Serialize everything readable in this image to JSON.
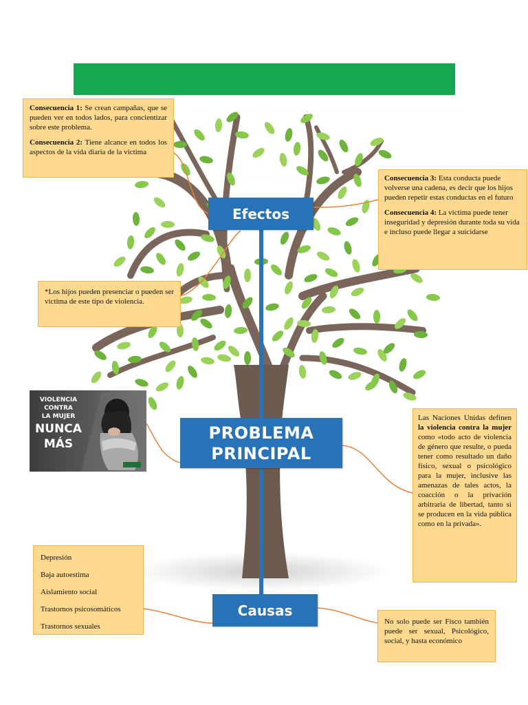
{
  "efectos_label": "Efectos",
  "problema": {
    "line1": "PROBLEMA",
    "line2": "PRINCIPAL"
  },
  "causas_label": "Causas",
  "consecuencias_izq": [
    {
      "label": "Consecuencia 1:",
      "text": " Se crean campañas, que se pueden ver en todos lados, para concientizar sobre este problema."
    },
    {
      "label": "Consecuencia 2:",
      "text": " Tiene alcance en todos los aspectos de la vida diaria de la victima"
    }
  ],
  "consecuencias_der": [
    {
      "label": "Consecuencia 3:",
      "text": " Esta conducta puede volverse una cadena, es decir que los hijos pueden repetir estas conductas en el futuro"
    },
    {
      "label": "Consecuencia 4:",
      "text": " La victima puede tener inseguridad y depresión durante toda su vida e incluso puede llegar a suicidarse"
    }
  ],
  "nota_hijos": "*Los hijos pueden presenciar o pueden ser victima de este tipo de violencia.",
  "definicion": {
    "intro": "Las Naciones Unidas definen ",
    "bold": "la violencia contra la mujer",
    "rest": " como «todo acto de violencia de género que resulte, o pueda tener como resultado un daño físico, sexual o psicológico para la mujer, inclusive las amenazas de tales actos, la coacción o la privación arbitraria de libertad, tanto si se producen en la vida pública como en la privada»."
  },
  "causas_lista": [
    "Depresión",
    "Baja autoestima",
    "Aislamiento social",
    "Trastornos psicosomáticos",
    "Trastornos sexuales"
  ],
  "tipos_text": "No solo puede ser Fisco también puede ser sexual, Psicológico, social, y hasta económico",
  "poster": {
    "line1": "VIOLENCIA",
    "line2": "CONTRA",
    "line3": "LA MUJER",
    "line4": "NUNCA",
    "line5": "MÁS"
  },
  "colors": {
    "banner": "#14a94f",
    "box_blue": "#2872b7",
    "note_bg": "#ffd98f",
    "note_border": "#f3b34a",
    "connector": "#e8823a",
    "trunk": "#7a655a",
    "leaf": "#7cc043"
  }
}
